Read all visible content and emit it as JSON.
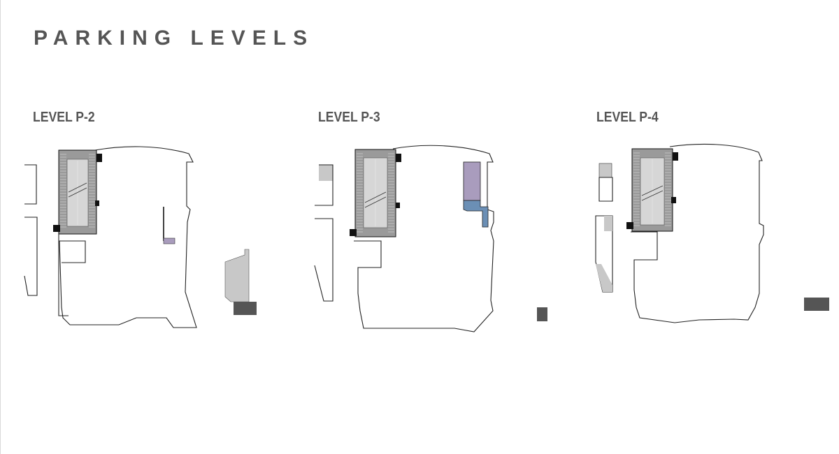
{
  "header": {
    "title": "PARKING LEVELS"
  },
  "levels": [
    {
      "label": "LEVEL P-2"
    },
    {
      "label": "LEVEL P-3"
    },
    {
      "label": "LEVEL P-4"
    }
  ],
  "colors": {
    "text": "#555555",
    "outline": "#222222",
    "garage_fill": "#9a9a9a",
    "aisle_fill": "#d6d6d6",
    "light_gray_zone": "#c8c8c8",
    "dark_gray_block": "#555555",
    "purple_zone": "#a99cbd",
    "blue_stair": "#6b8fb5"
  }
}
